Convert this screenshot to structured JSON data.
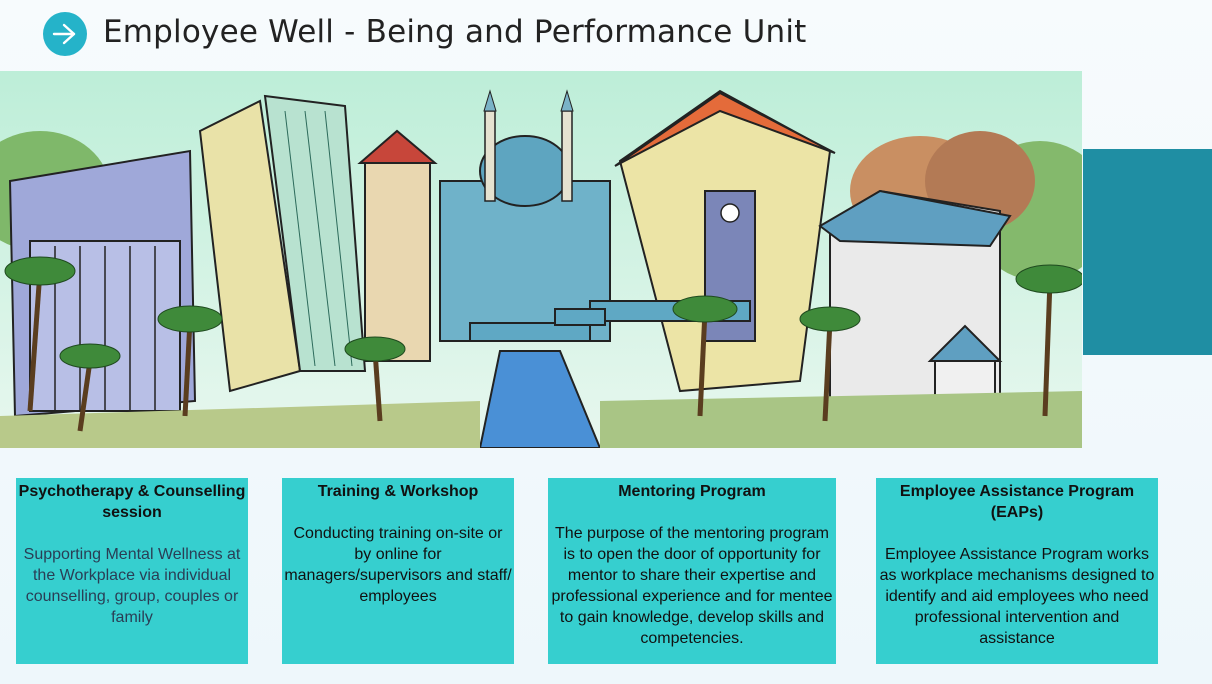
{
  "header": {
    "title": "Employee Well - Being and Performance Unit",
    "icon": "arrow-right-icon",
    "icon_color": "#25b3c9"
  },
  "hero": {
    "image": "campus-illustration",
    "accent_color": "#1f8ea3"
  },
  "cards": [
    {
      "title": "Psychotherapy & Counselling session",
      "body": "Supporting Mental Wellness at the Workplace via individual counselling, group, couples or family"
    },
    {
      "title": "Training & Workshop",
      "body": "Conducting training on-site or by online for managers/supervisors and staff/ employees"
    },
    {
      "title": "Mentoring Program",
      "body": "The purpose of the mentoring program is to open the door of opportunity for mentor to share their expertise and professional experience and for mentee to gain knowledge, develop skills and competencies."
    },
    {
      "title": "Employee Assistance Program (EAPs)",
      "body": "Employee Assistance Program works as workplace mechanisms designed to identify and aid employees who need professional intervention and assistance"
    }
  ],
  "card_color": "#36cfcf"
}
